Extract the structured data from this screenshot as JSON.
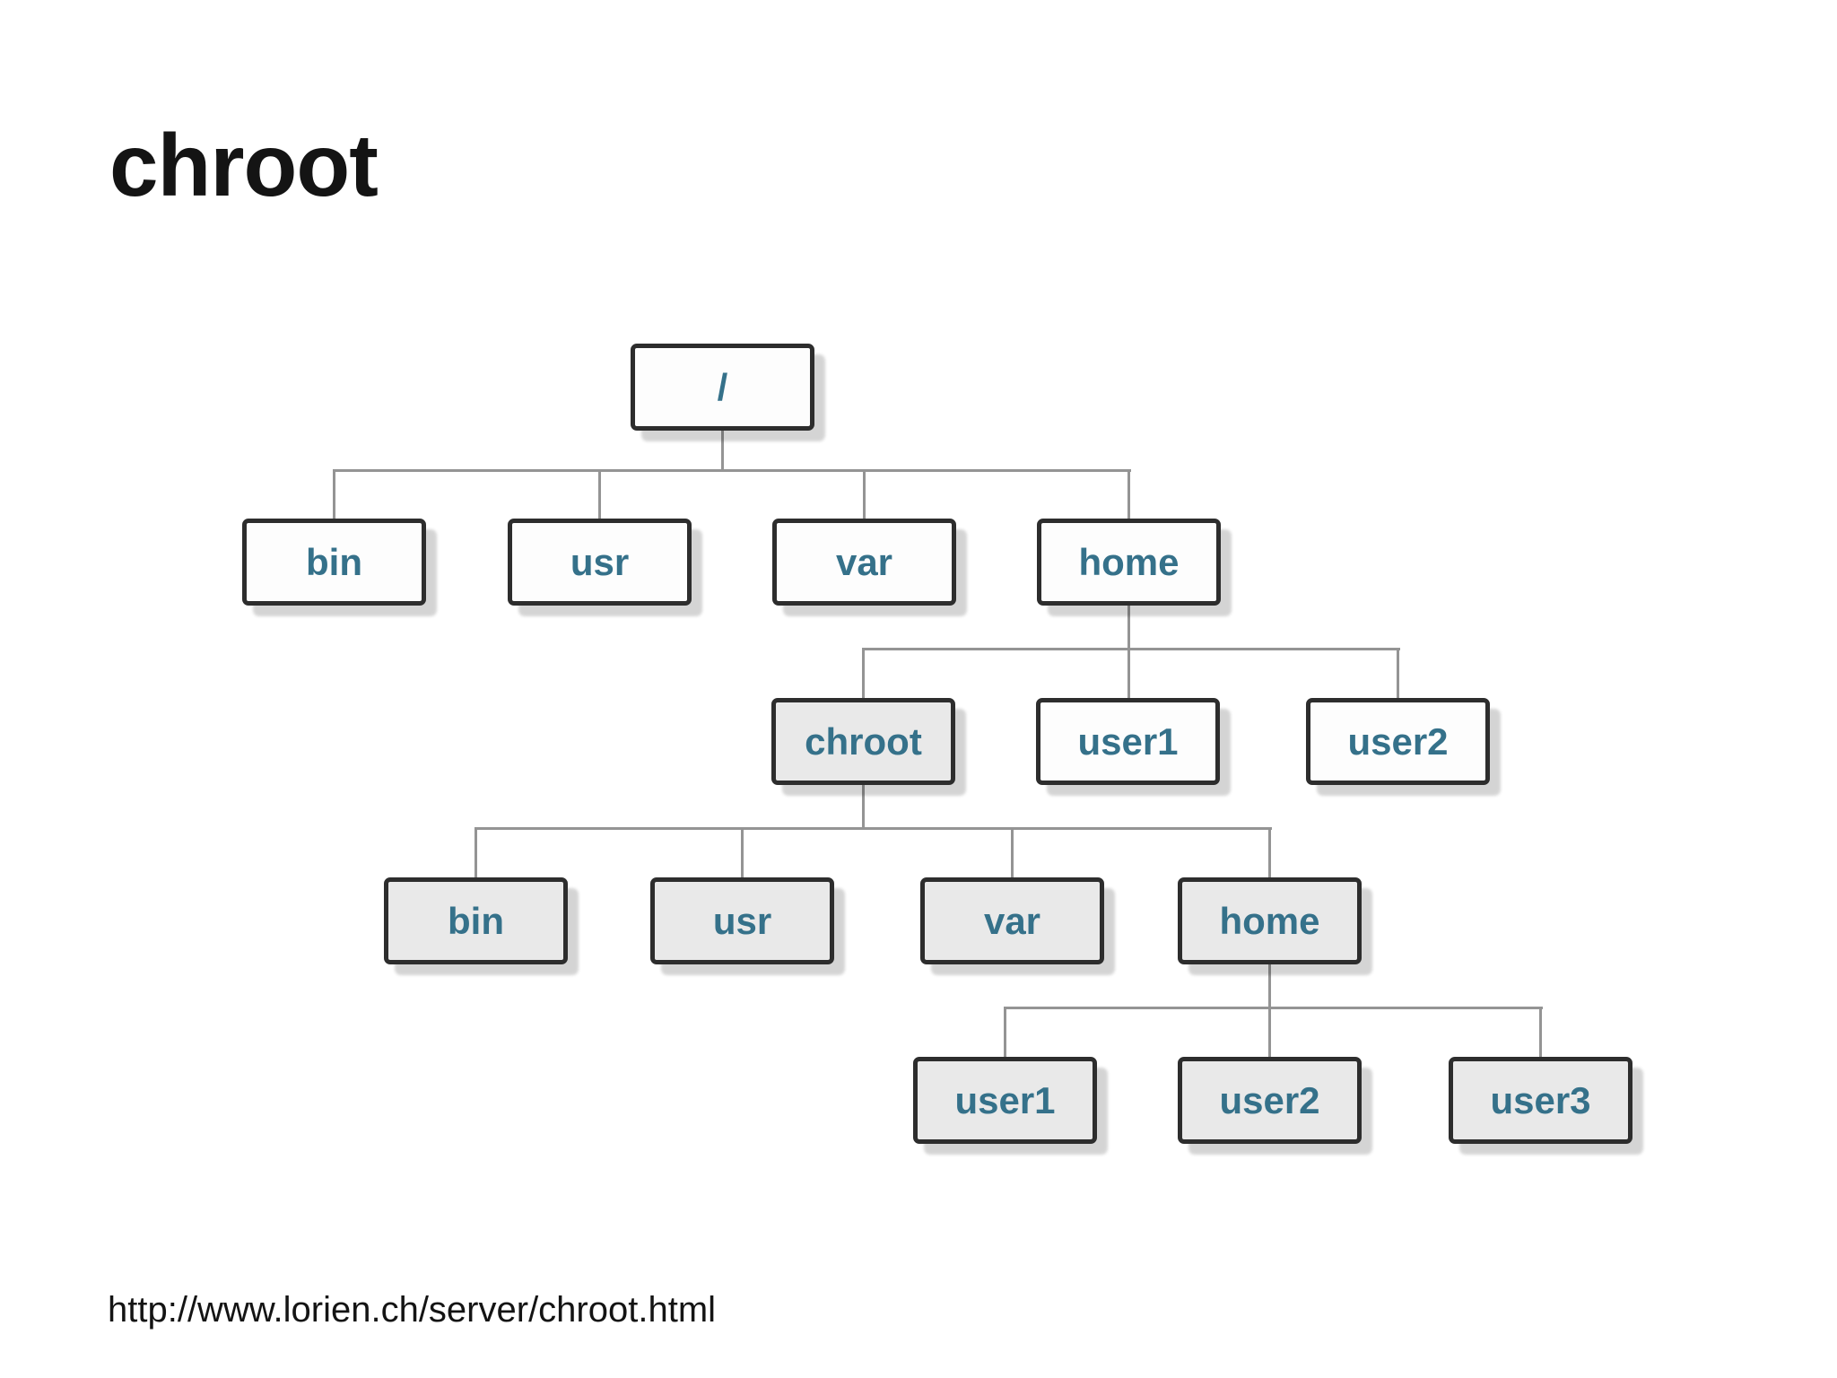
{
  "slide": {
    "title": "chroot",
    "source_url": "http://www.lorien.ch/server/chroot.html"
  },
  "colors": {
    "box_border": "#2d2d2d",
    "box_fill_normal": "#fdfdfd",
    "box_fill_chroot_jail": "#e9e9e9",
    "label_text": "#35718a",
    "connector_line": "#949494",
    "shadow": "#c9c9c9",
    "title_text": "#141414"
  },
  "tree": {
    "nodes": {
      "root": "/",
      "l1_bin": "bin",
      "l1_usr": "usr",
      "l1_var": "var",
      "l1_home": "home",
      "l2_chroot": "chroot",
      "l2_user1": "user1",
      "l2_user2": "user2",
      "l3_bin": "bin",
      "l3_usr": "usr",
      "l3_var": "var",
      "l3_home": "home",
      "l4_user1": "user1",
      "l4_user2": "user2",
      "l4_user3": "user3"
    },
    "edges": [
      {
        "parent": "/",
        "children": [
          "bin",
          "usr",
          "var",
          "home"
        ]
      },
      {
        "parent": "/home",
        "children": [
          "chroot",
          "user1",
          "user2"
        ]
      },
      {
        "parent": "/home/chroot",
        "children": [
          "bin",
          "usr",
          "var",
          "home"
        ]
      },
      {
        "parent": "/home/chroot/home",
        "children": [
          "user1",
          "user2",
          "user3"
        ]
      }
    ],
    "jail_subtree_root": "/home/chroot"
  }
}
